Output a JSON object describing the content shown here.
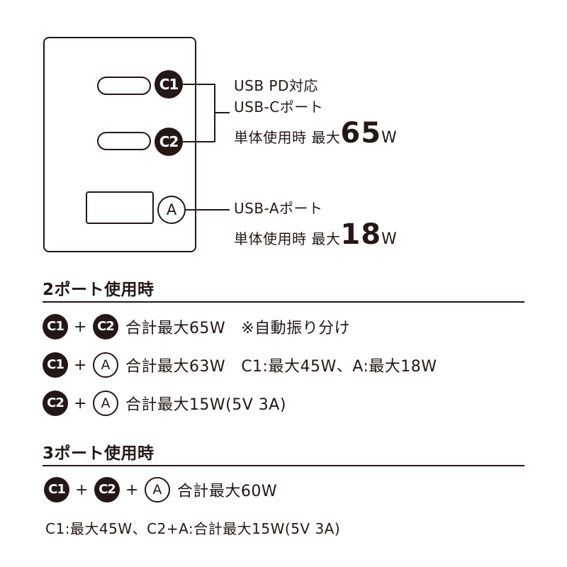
{
  "ports": {
    "c1": "C1",
    "c2": "C2",
    "a": "A"
  },
  "usb_c_spec": {
    "line1": "USB PD対応",
    "line2": "USB-Cポート",
    "line3_prefix": "単体使用時 最大",
    "line3_value": "65",
    "line3_unit": "W"
  },
  "usb_a_spec": {
    "line1": "USB-Aポート",
    "line2_prefix": "単体使用時 最大",
    "line2_value": "18",
    "line2_unit": "W"
  },
  "plus": "+",
  "two_port": {
    "title": "2ポート使用時",
    "rows": [
      {
        "desc": "合計最大65W",
        "note": "※自動振り分け"
      },
      {
        "desc": "合計最大63W",
        "note": "C1:最大45W、A:最大18W"
      },
      {
        "desc": "合計最大15W(5V 3A)",
        "note": ""
      }
    ]
  },
  "three_port": {
    "title": "3ポート使用時",
    "desc": "合計最大60W",
    "footnote": "C1:最大45W、C2+A:合計最大15W(5V 3A)"
  },
  "colors": {
    "ink": "#231815",
    "background": "#ffffff"
  }
}
